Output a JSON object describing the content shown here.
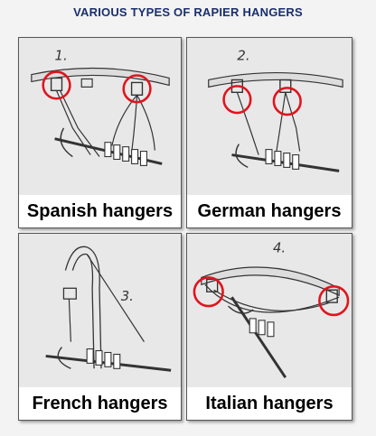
{
  "title": "VARIOUS TYPES OF RAPIER HANGERS",
  "panels": [
    {
      "number": "1.",
      "caption": "Spanish hangers"
    },
    {
      "number": "2.",
      "caption": "German hangers"
    },
    {
      "number": "3.",
      "caption": "French hangers"
    },
    {
      "number": "4.",
      "caption": "Italian hangers"
    }
  ],
  "colors": {
    "title": "#1a2f6e",
    "highlight_circle": "#e0141e",
    "panel_bg": "#e8e8e8",
    "line_art": "#333333"
  }
}
